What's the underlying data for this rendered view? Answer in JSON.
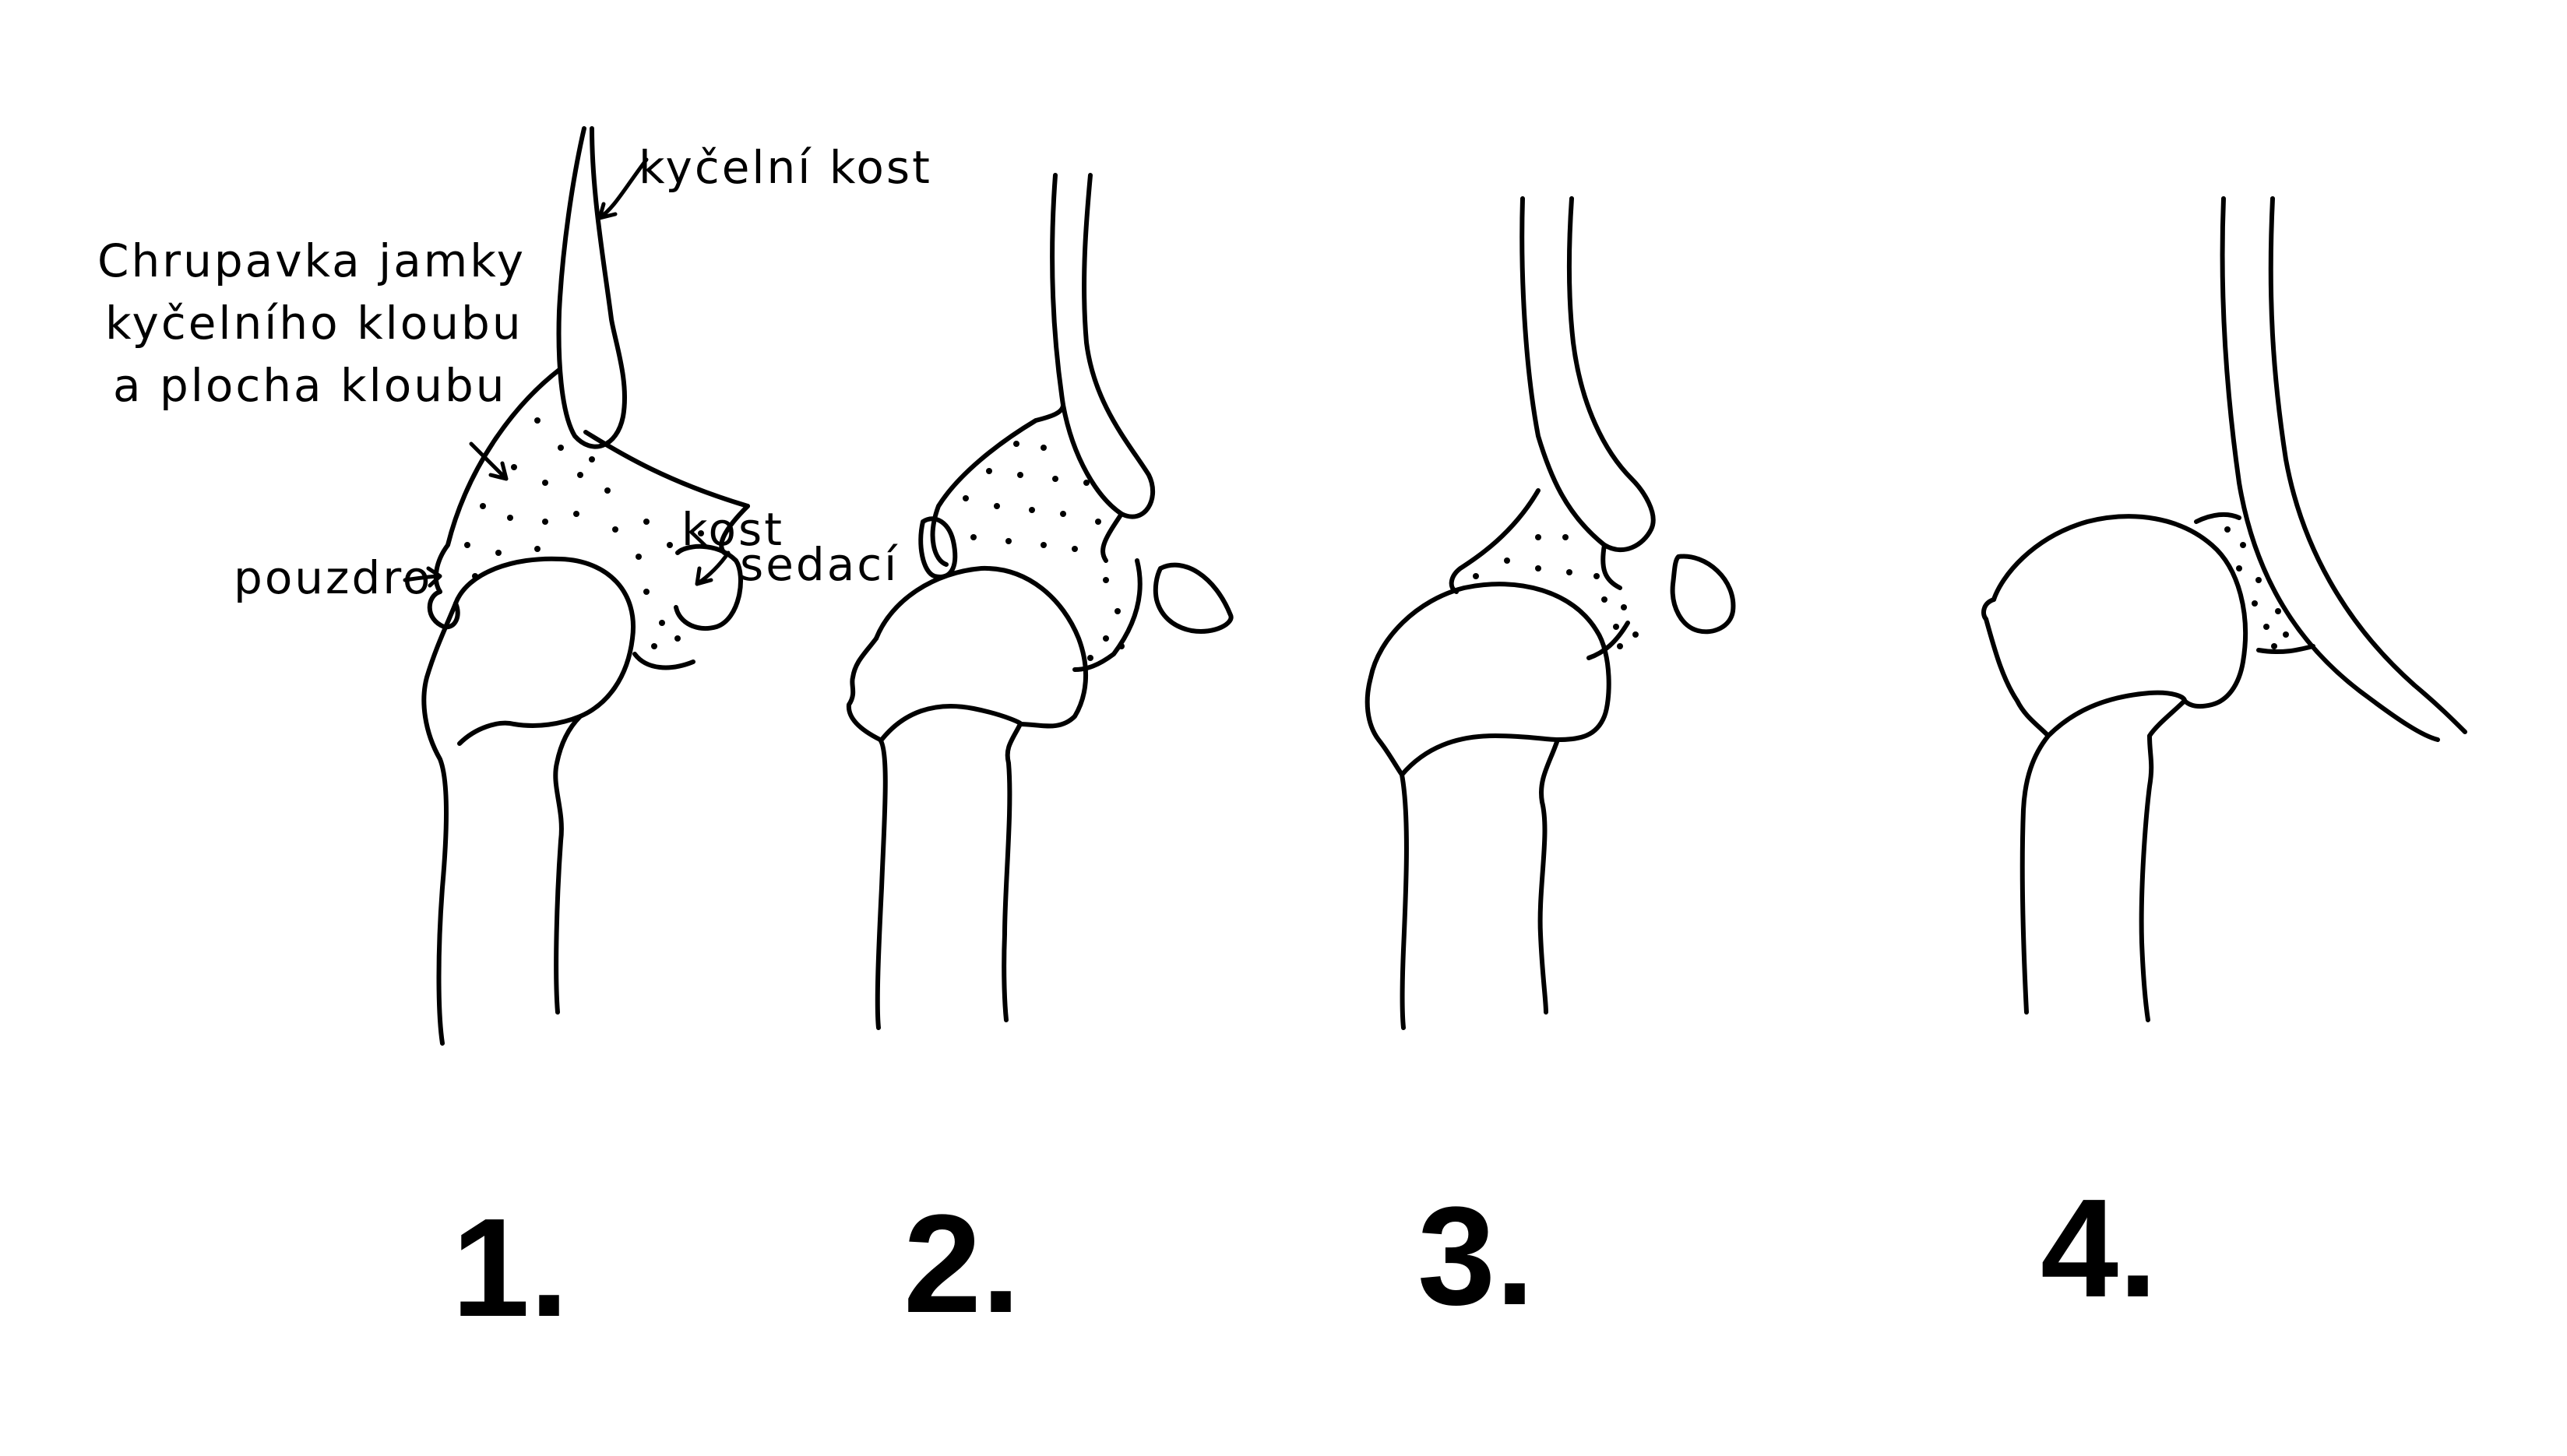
{
  "labels": {
    "ilium": "kyčelní kost",
    "cartilage_line1": "Chrupavka jamky",
    "cartilage_line2": "kyčelního kloubu",
    "cartilage_line3": "a plocha kloubu",
    "capsule": "pouzdro",
    "ischium_line1": "kost",
    "ischium_line2": "sedací"
  },
  "stages": [
    {
      "label": "1."
    },
    {
      "label": "2."
    },
    {
      "label": "3."
    },
    {
      "label": "4."
    }
  ],
  "colors": {
    "ink": "#000000",
    "paper": "#ffffff"
  }
}
